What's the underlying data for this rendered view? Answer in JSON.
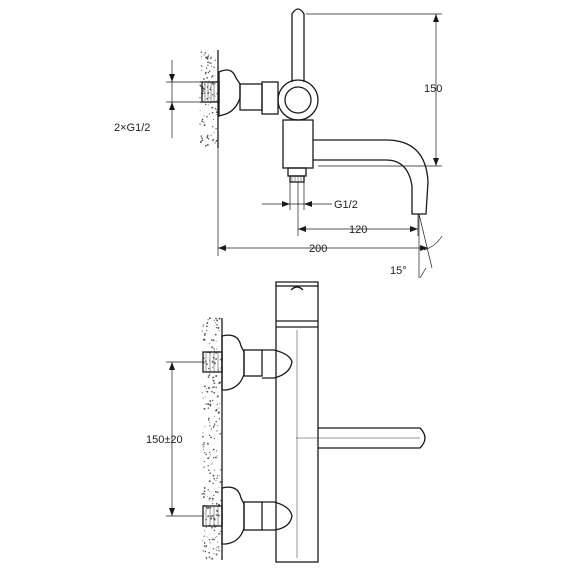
{
  "dimensions": {
    "height_top_view": "150",
    "inlet_thread": "2×G1/2",
    "outlet_thread": "G1/2",
    "spout_reach": "120",
    "overall_depth": "200",
    "spout_angle": "15°",
    "inlet_spacing": "150±20"
  },
  "views": [
    "side-view",
    "front-view"
  ],
  "colors": {
    "line": "#1a1a1a",
    "background": "#ffffff"
  }
}
